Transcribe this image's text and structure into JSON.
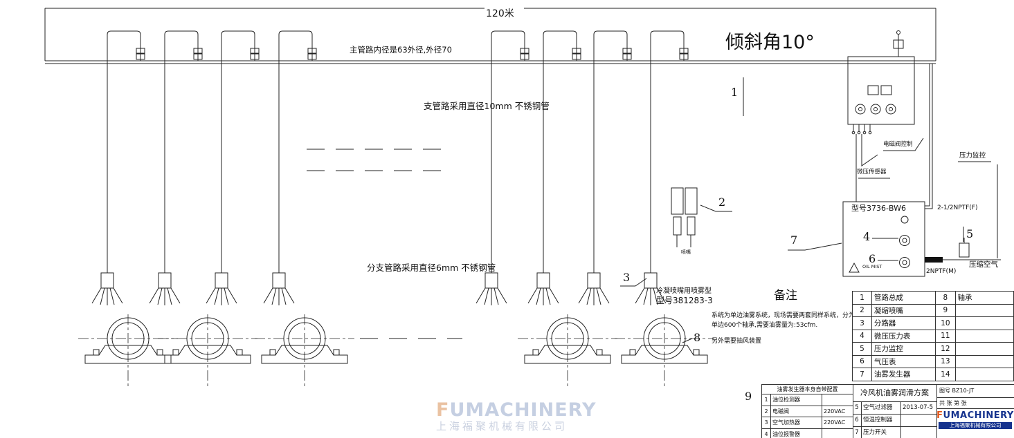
{
  "annotations": {
    "length_label": "120米",
    "main_pipe_note": "主管路内径是63外径,外径70",
    "branch_note": "支管路采用直径10mm 不锈钢管",
    "sub_branch_note": "分支管路采用直径6mm 不锈钢管",
    "tilt_label": "倾斜角10°",
    "nozzle_type_line1": "冷凝喷嘴用喷雾型",
    "nozzle_type_line2": "型号381283-3",
    "nozzle_small_label": "喷嘴",
    "generator_model": "型号3736-BW6",
    "fitting_out": "2-1/2NPTF(F)",
    "fitting_air": "2NPTF(M)",
    "compressed_air": "压缩空气",
    "pressure_monitor": "压力监控",
    "solenoid_control": "电磁阀控制",
    "sensor_label": "微压传感器",
    "oil_mist_warning": "OIL MIST",
    "remark_title": "备注",
    "remark_line1": "系统为单边油雾系统，现场需要两套同样系统，分为左右两边，",
    "remark_line2": "单边600个轴承,需要油雾量为:53cfm.",
    "remark_line3": "另外需要抽风装置"
  },
  "callouts": {
    "c1": "1",
    "c2": "2",
    "c3": "3",
    "c4": "4",
    "c5": "5",
    "c6": "6",
    "c7": "7",
    "c8": "8",
    "c9": "9"
  },
  "parts_table": {
    "rows": [
      {
        "no": "1",
        "name": "管路总成",
        "no2": "8",
        "name2": "轴承"
      },
      {
        "no": "2",
        "name": "凝缩喷嘴",
        "no2": "9",
        "name2": ""
      },
      {
        "no": "3",
        "name": "分路器",
        "no2": "10",
        "name2": ""
      },
      {
        "no": "4",
        "name": "微压压力表",
        "no2": "11",
        "name2": ""
      },
      {
        "no": "5",
        "name": "压力监控",
        "no2": "12",
        "name2": ""
      },
      {
        "no": "6",
        "name": "气压表",
        "no2": "13",
        "name2": ""
      },
      {
        "no": "7",
        "name": "油雾发生器",
        "no2": "14",
        "name2": ""
      }
    ]
  },
  "title_block": {
    "config_table": {
      "header": "油雾发生器本身自带配置",
      "rows": [
        {
          "no": "1",
          "name": "油位检测器",
          "spec": ""
        },
        {
          "no": "2",
          "name": "电磁阀",
          "spec": "220VAC"
        },
        {
          "no": "3",
          "name": "空气加热器",
          "spec": "220VAC"
        },
        {
          "no": "4",
          "name": "油位报警器",
          "spec": ""
        }
      ]
    },
    "mid_table": {
      "title": "冷风机油雾润滑方案",
      "rows": [
        {
          "no": "5",
          "name": "空气过滤器",
          "extra": "2013-07-5"
        },
        {
          "no": "6",
          "name": "恒温控制器",
          "extra": ""
        },
        {
          "no": "7",
          "name": "压力开关",
          "extra": ""
        }
      ]
    },
    "right": {
      "drawing_no": "图号 BZ10-JT",
      "sheet": "共 张 第 张"
    }
  },
  "logo": {
    "brand_f": "F",
    "brand_rest": "UMACHINERY",
    "company": "上海福聚机械有限公司"
  },
  "colors": {
    "line": "#222222",
    "brand_blue": "#16338e",
    "brand_orange": "#e2571b"
  }
}
